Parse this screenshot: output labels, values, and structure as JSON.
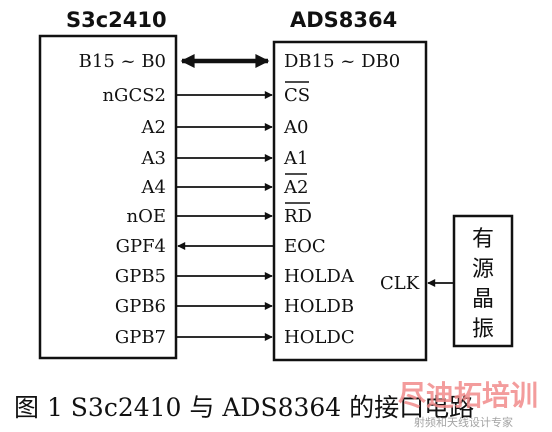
{
  "left_chip": {
    "title": "S3c2410",
    "pins": [
      "B15 ~ B0",
      "nGCS2",
      "A2",
      "A3",
      "A4",
      "nOE",
      "GPF4",
      "GPB5",
      "GPB6",
      "GPB7"
    ]
  },
  "right_chip": {
    "title": "ADS8364",
    "pins": [
      "DB15 ~ DB0",
      "CS",
      "A0",
      "A1",
      "A2",
      "RD",
      "EOC",
      "HOLDA",
      "HOLDB",
      "HOLDC"
    ],
    "clk_label": "CLK"
  },
  "oscillator": {
    "chars": [
      "有",
      "源",
      "晶",
      "振"
    ]
  },
  "caption": "图 1  S3c2410 与 ADS8364 的接口电路",
  "watermark": {
    "main": "尽迪拓培训",
    "sub": "射频和天线设计专家"
  }
}
